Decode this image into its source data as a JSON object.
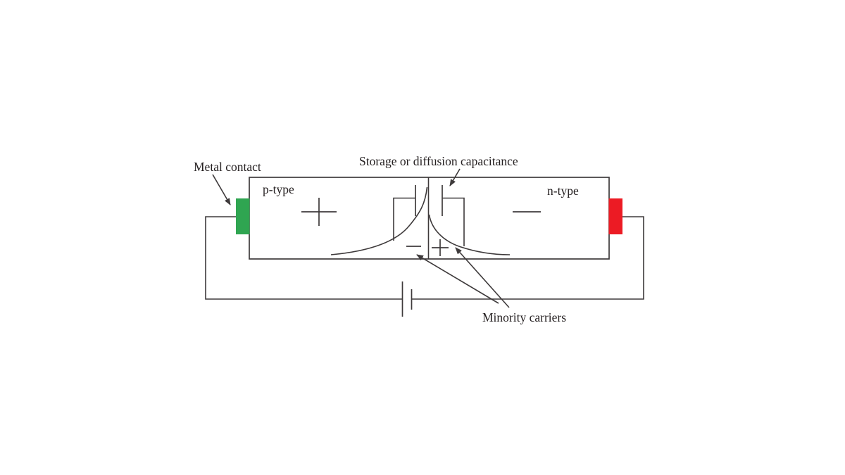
{
  "figure": {
    "description": "Forward-biased p-n junction diode showing storage or diffusion capacitance and minority carrier charge profiles, connected to a battery circuit",
    "labels": {
      "metal_contact": "Metal contact",
      "storage_capacitance": "Storage or diffusion capacitance",
      "p_type": "p-type",
      "n_type": "n-type",
      "minority_carriers": "Minority carriers"
    },
    "symbols": {
      "p_region": "+",
      "n_region": "−",
      "junction_left": "−",
      "junction_right": "+",
      "battery": "two-plate battery cell",
      "capacitor": "two vertical plates at junction"
    }
  },
  "colors": {
    "p_contact_green": "#2fa551",
    "n_contact_red": "#ec1b24",
    "line": "#3e3a3b",
    "text": "#262122",
    "background": "#ffffff"
  }
}
